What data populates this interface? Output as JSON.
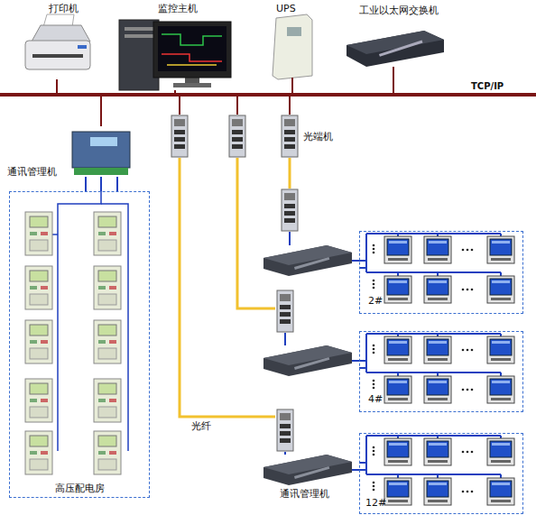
{
  "diagram": {
    "nodes": [
      {
        "text": [
          "打印机"
        ]
      },
      {
        "text": [
          "监控主机"
        ]
      },
      {
        "text": [
          "UPS"
        ]
      },
      {
        "text": [
          "工业以太网交换机"
        ]
      },
      {
        "text": [
          "TCP/IP"
        ]
      },
      {
        "text": [
          "通讯管理机"
        ]
      },
      {
        "text": [
          "高压配电房"
        ]
      },
      {
        "text": []
      },
      {
        "text": []
      },
      {
        "text": [
          "光端机"
        ]
      },
      {
        "text": []
      },
      {
        "text": []
      },
      {
        "text": [
          "2#"
        ]
      },
      {
        "text": []
      },
      {
        "text": []
      },
      {
        "text": [
          "4#"
        ]
      },
      {
        "text": []
      },
      {
        "text": [
          "通讯管理机"
        ]
      },
      {
        "text": [
          "12#"
        ]
      }
    ],
    "edges": [
      {
        "from": 0,
        "to": 4,
        "arrow": "none"
      },
      {
        "from": 1,
        "to": 4,
        "arrow": "none"
      },
      {
        "from": 2,
        "to": 4,
        "arrow": "none"
      },
      {
        "from": 3,
        "to": 4,
        "arrow": "none"
      },
      {
        "from": 4,
        "to": 5,
        "arrow": "none"
      },
      {
        "from": 5,
        "to": 6,
        "arrow": "none"
      },
      {
        "from": 4,
        "to": 7,
        "arrow": "none"
      },
      {
        "from": 4,
        "to": 8,
        "arrow": "none"
      },
      {
        "from": 4,
        "to": 9,
        "arrow": "none"
      },
      {
        "from": 9,
        "to": 10,
        "arrow": "none"
      },
      {
        "from": 10,
        "to": 11,
        "arrow": "none"
      },
      {
        "from": 11,
        "to": 12,
        "arrow": "none"
      },
      {
        "from": 8,
        "to": 13,
        "arrow": "none"
      },
      {
        "from": 13,
        "to": 14,
        "arrow": "none"
      },
      {
        "from": 14,
        "to": 15,
        "arrow": "none"
      },
      {
        "from": 7,
        "to": 16,
        "label": "光纤",
        "arrow": "none"
      },
      {
        "from": 16,
        "to": 17,
        "arrow": "none"
      },
      {
        "from": 17,
        "to": 18,
        "arrow": "none"
      }
    ]
  }
}
